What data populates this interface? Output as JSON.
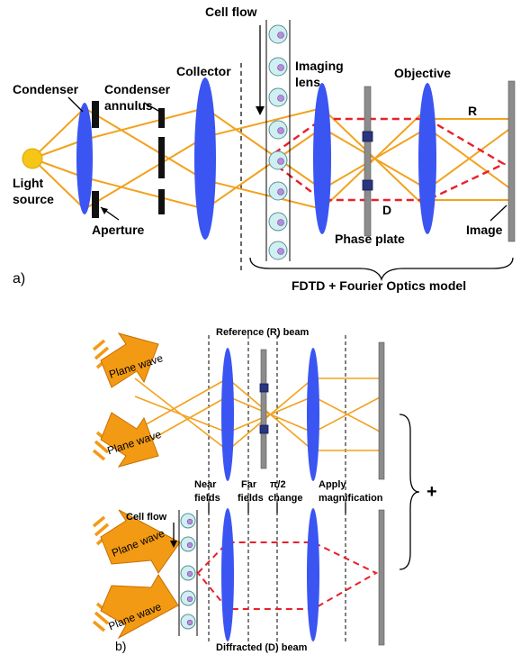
{
  "panel_a": {
    "panel_label": "a)",
    "labels": {
      "cell_flow": "Cell flow",
      "condenser": "Condenser",
      "condenser_annulus_1": "Condenser",
      "condenser_annulus_2": "annulus",
      "collector": "Collector",
      "imaging_lens_1": "Imaging",
      "imaging_lens_2": "lens",
      "objective": "Objective",
      "r": "R",
      "d": "D",
      "light_source_1": "Light",
      "light_source_2": "source",
      "aperture": "Aperture",
      "phase_plate": "Phase plate",
      "image": "Image",
      "model": "FDTD + Fourier Optics model"
    }
  },
  "panel_b": {
    "panel_label": "b)",
    "labels": {
      "reference_beam": "Reference (R) beam",
      "plane_wave": "Plane wave",
      "near_fields_1": "Near",
      "near_fields_2": "fields",
      "far_fields_1": "Far",
      "far_fields_2": "fields",
      "pi_change_1": "π/2",
      "pi_change_2": "change",
      "apply_mag_1": "Apply",
      "apply_mag_2": "magnification",
      "plus": "+",
      "cell_flow": "Cell flow",
      "diffracted_beam": "Diffracted  (D) beam"
    }
  },
  "colors": {
    "lens": "#3a55f2",
    "ray": "#f2a21e",
    "diffracted_ray": "#e8202a",
    "light_source": "#f5c518",
    "plane_wave": "#f39a14",
    "phase_plate": "#8c8c8c",
    "cell": "#cfeff2",
    "nucleus": "#b98ae0"
  }
}
